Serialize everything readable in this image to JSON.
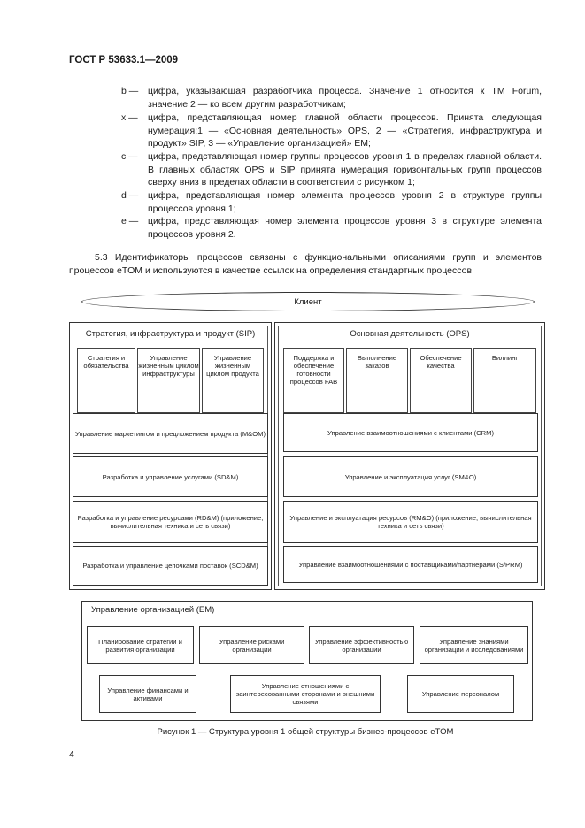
{
  "header": {
    "title": "ГОСТ Р 53633.1—2009"
  },
  "items": [
    {
      "label": "b —",
      "text": "цифра, указывающая разработчика процесса. Значение 1 относится к TM Forum, значение 2 — ко всем другим разработчикам;"
    },
    {
      "label": "x —",
      "text": "цифра, представляющая номер главной области процессов. Принята следующая нумерация:1 — «Основная деятельность» OPS, 2 — «Стратегия, инфраструктура и продукт» SIP, 3 — «Управление организацией» EM;"
    },
    {
      "label": "c —",
      "text": "цифра, представляющая номер группы процессов уровня 1 в пределах главной области. В главных областях OPS и SIP принята нумерация горизонтальных групп процессов сверху вниз в пределах области в соответствии с рисунком 1;"
    },
    {
      "label": "d —",
      "text": "цифра, представляющая номер элемента процессов уровня 2 в структуре группы процессов уровня 1;"
    },
    {
      "label": "e —",
      "text": "цифра, представляющая номер элемента процессов уровня 3 в структуре элемента процессов уровня 2."
    }
  ],
  "paragraph": "5.3 Идентификаторы процессов связаны с функциональными описаниями групп и элементов процессов eTOM и используются в качестве ссылок на определения стандартных процессов",
  "diagram": {
    "client": "Клиент",
    "sip": {
      "title": "Стратегия, инфраструктура и продукт (SIP)",
      "columns": [
        "Стратегия и обязательства",
        "Управление жизненным циклом инфраструктуры",
        "Управление жизненным циклом продукта"
      ],
      "rows": [
        "Управление маркетингом и предложением продукта (M&OM)",
        "Разработка и управление услугами (SD&M)",
        "Разработка и управление ресурсами (RD&M) (приложение, вычислительная техника и сеть связи)",
        "Разработка и управление цепочками поставок (SCD&M)"
      ]
    },
    "ops": {
      "title": "Основная деятельность (OPS)",
      "columns": [
        "Поддержка и обеспечение готовности процессов FAB",
        "Выполнение заказов",
        "Обеспечение качества",
        "Биллинг"
      ],
      "rows": [
        "Управление взаимоотношениями с клиентами (CRM)",
        "Управление и эксплуатация услуг (SM&O)",
        "Управление и эксплуатация ресурсов (RM&O) (приложение, вычислительная техника и сеть связи)",
        "Управление взаимоотношениями с поставщиками/партнерами (S/PRM)"
      ]
    },
    "em": {
      "title": "Управление организацией (EM)",
      "row1": [
        "Планирование стратегии и развития организации",
        "Управление рисками организации",
        "Управление эффективностью организации",
        "Управление знаниями организации и исследованиями"
      ],
      "row2": [
        "Управление финансами и активами",
        "Управление отношениями с заинтересованными сторонами и внешними связями",
        "Управление персоналом"
      ]
    }
  },
  "caption": "Рисунок 1 — Структура уровня 1 общей структуры бизнес-процессов eTOM",
  "page_number": "4"
}
